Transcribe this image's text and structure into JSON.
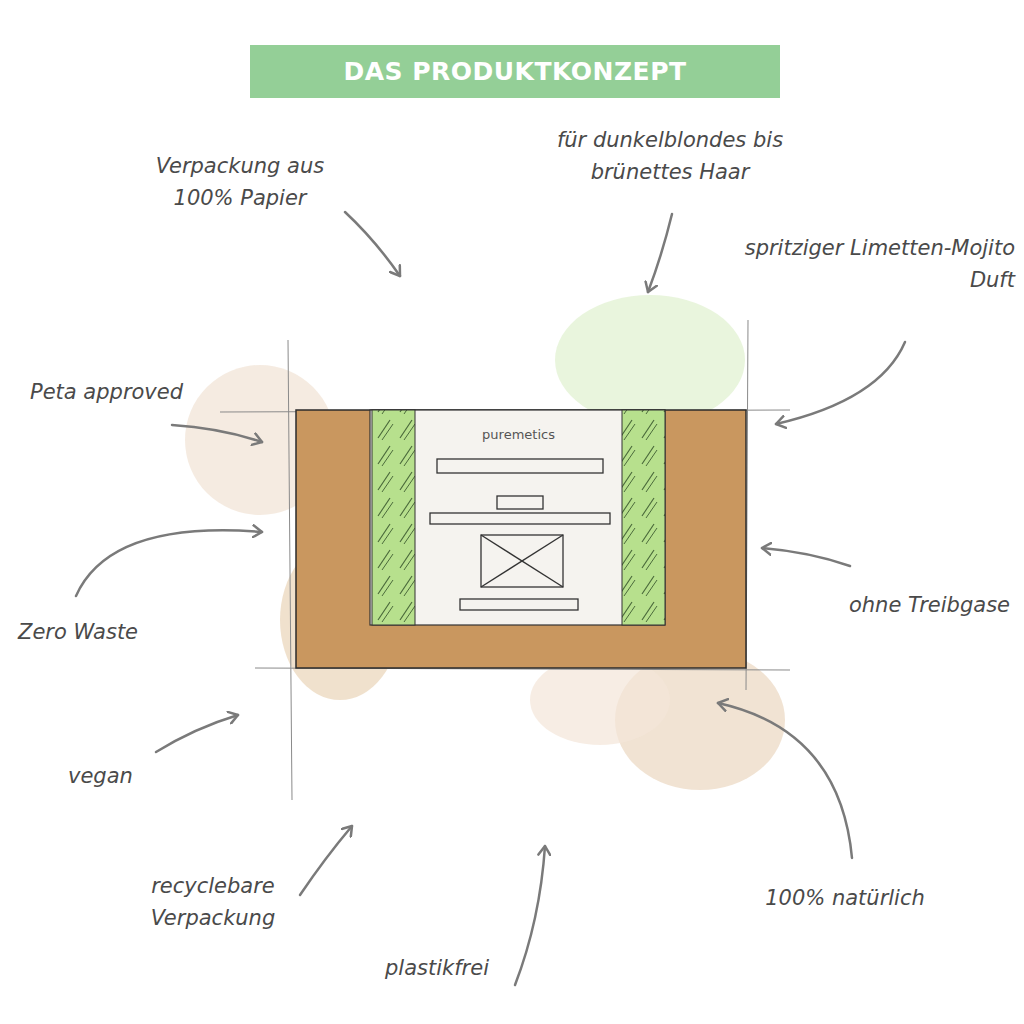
{
  "diagram": {
    "title": "DAS PRODUKTKONZEPT",
    "nodes": [
      {
        "text": [
          "puremetics"
        ]
      }
    ],
    "labels": [
      "Verpackung aus 100% Papier",
      "für dunkelblondes bis brünettes Haar",
      "spritziger Limetten-Mojito Duft",
      "Peta approved",
      "Zero Waste",
      "ohne Treibgase",
      "vegan",
      "100% natürlich",
      "recyclebare Verpackung",
      "plastikfrei"
    ]
  }
}
